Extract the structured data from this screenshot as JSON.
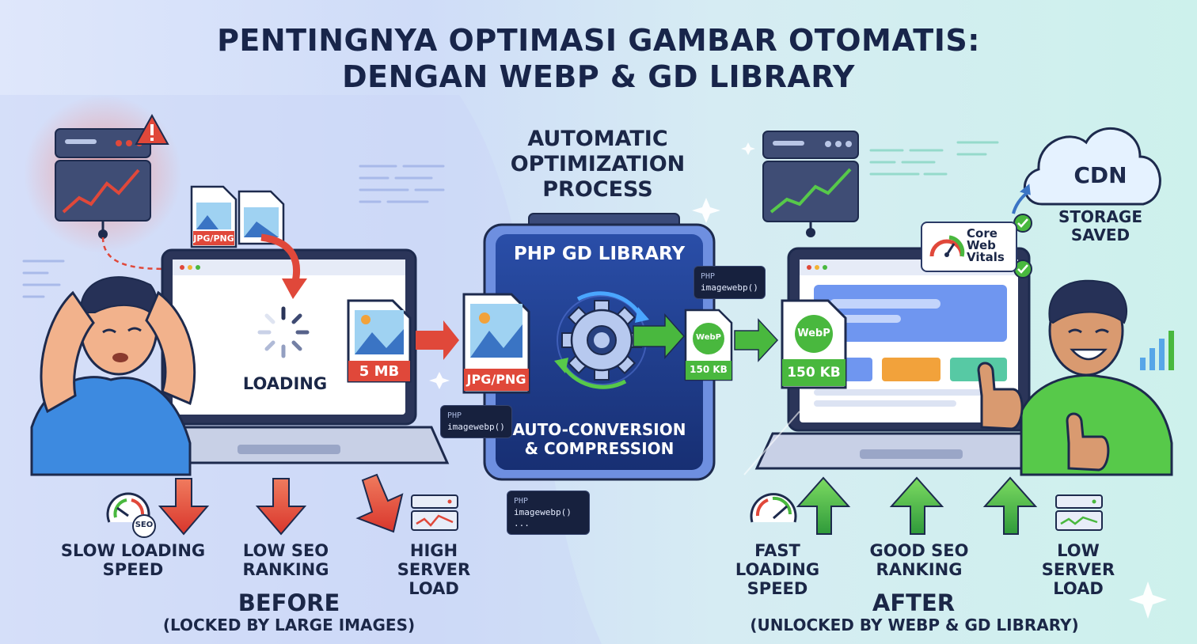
{
  "title": {
    "line1": "PENTINGNYA OPTIMASI GAMBAR OTOMATIS:",
    "line2": "DENGAN WEBP & GD LIBRARY"
  },
  "before": {
    "file_tag": "JPG/PNG",
    "loading": "LOADING",
    "file_size": "5 MB",
    "effects": [
      {
        "line1": "SLOW LOADING",
        "line2": "SPEED",
        "line3": ""
      },
      {
        "line1": "LOW SEO",
        "line2": "RANKING",
        "line3": ""
      },
      {
        "line1": "HIGH",
        "line2": "SERVER",
        "line3": "LOAD"
      }
    ],
    "heading": "BEFORE",
    "subheading": "(LOCKED BY LARGE IMAGES)",
    "seo_badge": "SEO"
  },
  "process": {
    "heading_line1": "AUTOMATIC",
    "heading_line2": "OPTIMIZATION",
    "heading_line3": "PROCESS",
    "panel_title": "PHP GD LIBRARY",
    "input_tag": "JPG/PNG",
    "output_tag": "WebP",
    "output_size": "150 KB",
    "panel_sub_line1": "AUTO-CONVERSION",
    "panel_sub_line2": "& COMPRESSION",
    "code_lang": "PHP",
    "code_fn": "imagewebp()",
    "code_more": "..."
  },
  "after": {
    "file_tag": "WebP",
    "file_size": "150 KB",
    "cdn": "CDN",
    "storage_line1": "STORAGE",
    "storage_line2": "SAVED",
    "cwv_line1": "Core",
    "cwv_line2": "Web",
    "cwv_line3": "Vitals",
    "effects": [
      {
        "line1": "FAST",
        "line2": "LOADING",
        "line3": "SPEED"
      },
      {
        "line1": "GOOD SEO",
        "line2": "RANKING",
        "line3": ""
      },
      {
        "line1": "LOW",
        "line2": "SERVER",
        "line3": "LOAD"
      }
    ],
    "heading": "AFTER",
    "subheading": "(UNLOCKED BY WEBP & GD LIBRARY)"
  },
  "colors": {
    "bad": "#e0483a",
    "good": "#49b83e",
    "panel": "#1f3a8a",
    "ink": "#1b2747"
  }
}
